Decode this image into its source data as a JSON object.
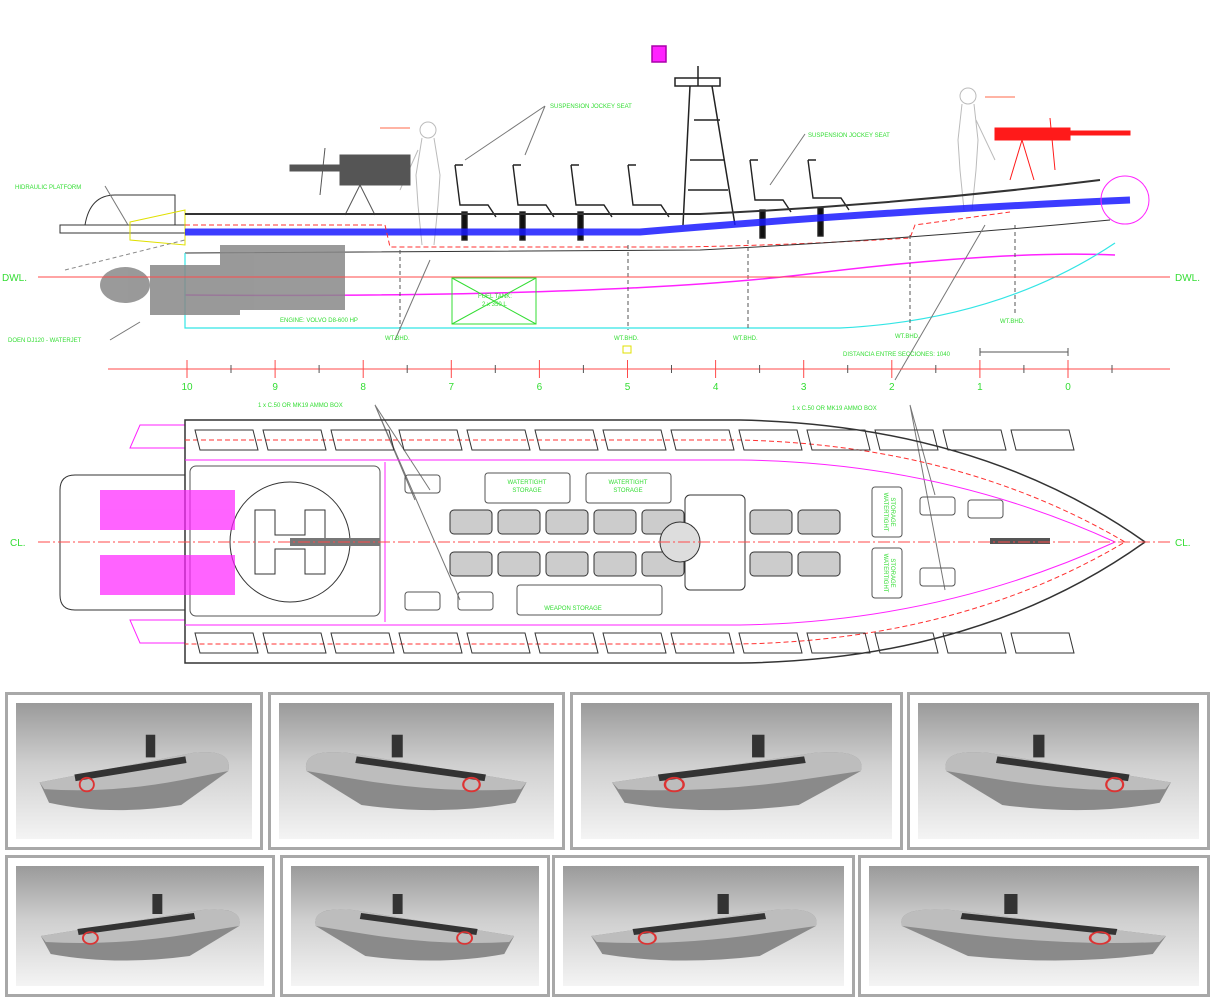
{
  "side_view": {
    "labels": {
      "hydraulic_platform": "HIDRAULIC PLATFORM",
      "jockey_seat_1": "SUSPENSION JOCKEY SEAT",
      "jockey_seat_2": "SUSPENSION JOCKEY SEAT",
      "waterjet": "DOEN DJ120 - WATERJET",
      "engine": "ENGINE: VOLVO D8-600 HP",
      "fuel_tank_1": "FUEL TANK:",
      "fuel_tank_2": "2 x 350 L",
      "bulkheads": [
        "WT.BHD.",
        "WT.BHD.",
        "WT.BHD.",
        "WT.BHD.",
        "WT.BHD."
      ],
      "section_distance": "DISTANCIA ENTRE SECCIONES: 1040",
      "dwl_left": "DWL.",
      "dwl_right": "DWL."
    },
    "stations": [
      "10",
      "9",
      "8",
      "7",
      "6",
      "5",
      "4",
      "3",
      "2",
      "1",
      "0"
    ]
  },
  "plan_view": {
    "labels": {
      "ammo_box_1": "1 x C.50 OR MK19 AMMO BOX",
      "ammo_box_2": "1 x C.50 OR MK19 AMMO BOX",
      "watertight_storage_1": [
        "WATERTIGHT",
        "STORAGE"
      ],
      "watertight_storage_2": [
        "WATERTIGHT",
        "STORAGE"
      ],
      "watertight_storage_3": [
        "WATERTIGHT",
        "STORAGE"
      ],
      "watertight_storage_4": [
        "WATERTIGHT",
        "STORAGE"
      ],
      "weapon_storage": "WEAPON STORAGE",
      "cl_left": "CL.",
      "cl_right": "CL."
    }
  },
  "colors": {
    "label": "#33dd33",
    "waterline": "#ff4a4a",
    "tube": "#1a1aff",
    "chine": "#ff22ff",
    "keel": "#33e5e5",
    "weapon_red": "#ff1a1a"
  },
  "renders": {
    "count": 8
  }
}
